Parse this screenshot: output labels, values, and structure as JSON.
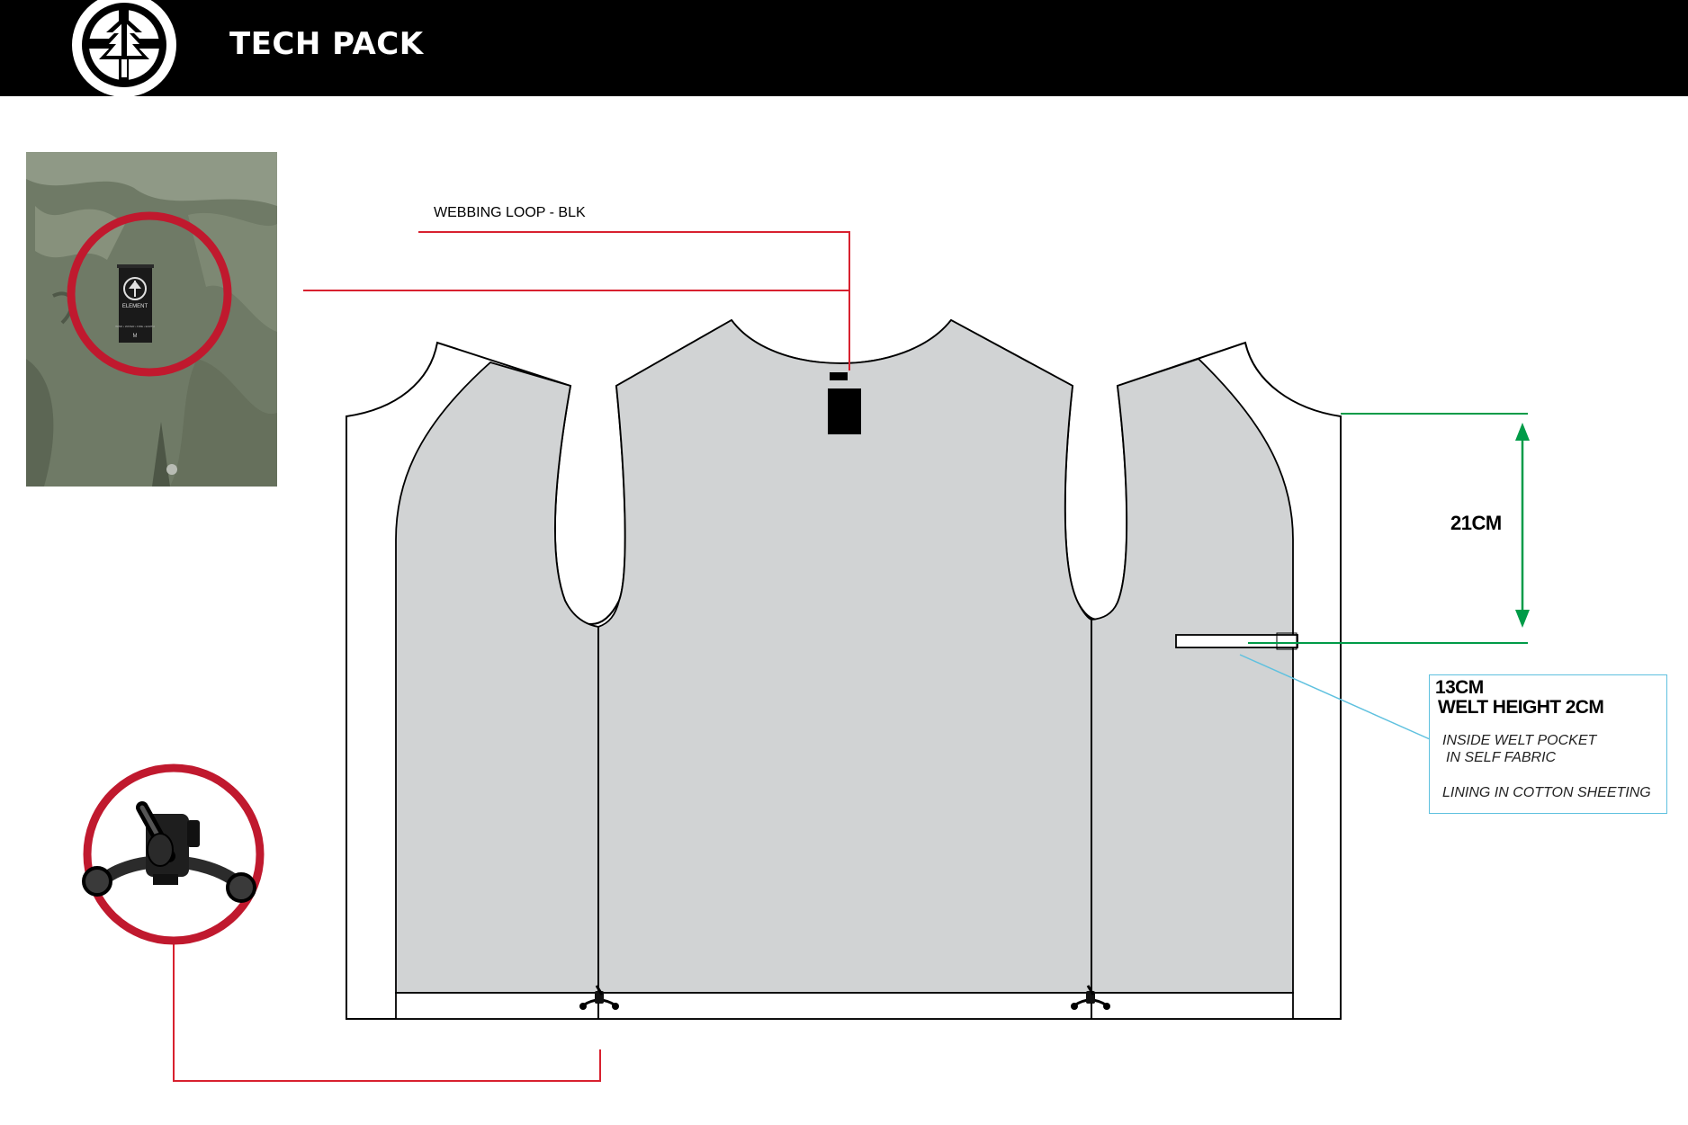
{
  "header": {
    "title": "TECH PACK",
    "background": "#000000"
  },
  "photo": {
    "label_brand": "ELEMENT",
    "label_tagline": "WIND • WATER • FIRE • EARTH",
    "label_size": "M"
  },
  "annotations": {
    "webbing_loop": "WEBBING LOOP - BLK",
    "pocket_depth": "21CM",
    "pocket_callout": {
      "size": "13CM",
      "welt_height": "WELT HEIGHT 2CM",
      "note_line1": "INSIDE WELT POCKET",
      "note_line2": "IN SELF FABRIC",
      "note_line3": "LINING IN COTTON SHEETING"
    }
  },
  "colors": {
    "callout_line_red": "#d8212f",
    "dimension_green": "#009b48",
    "pointer_blue": "#5fc1df",
    "circle_red": "#c0192e",
    "lining_grey": "#d1d3d4"
  },
  "icons": {
    "logo": "element-tree-logo",
    "toggle": "drawcord-toggle-icon"
  }
}
